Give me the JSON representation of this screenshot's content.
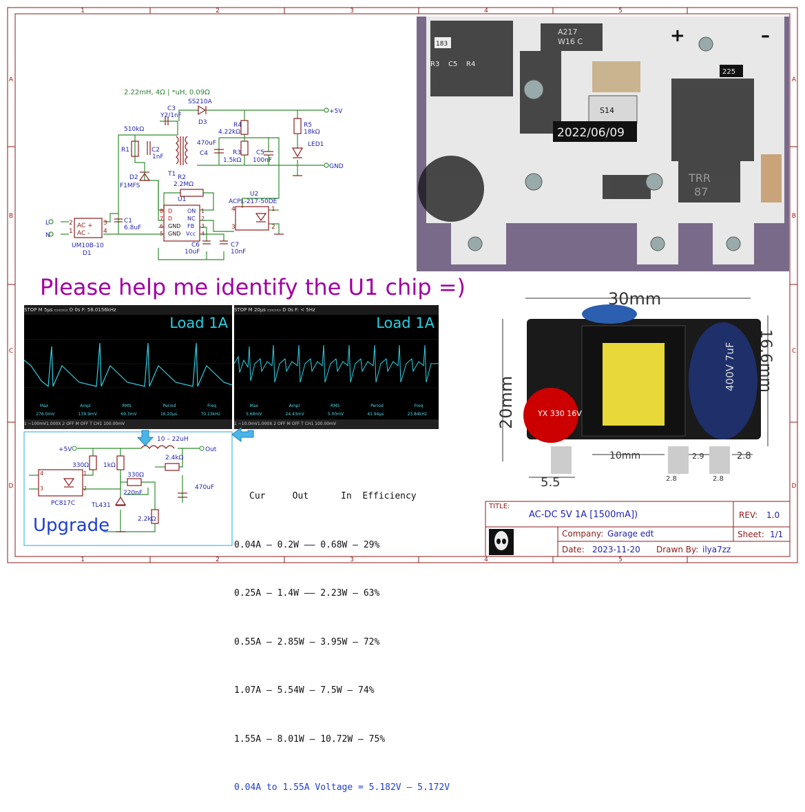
{
  "sheet": {
    "col_labels": [
      "1",
      "2",
      "3",
      "4",
      "5"
    ],
    "row_labels": [
      "A",
      "B",
      "C",
      "D"
    ]
  },
  "headline": "Please help me identify the U1 chip =)",
  "schematic": {
    "transformer_note": "2.22mH, 4Ω | *uH, 0.09Ω",
    "nets": {
      "vout": "+5V",
      "gnd": "GND",
      "l": "L",
      "n": "N"
    },
    "components": {
      "c3": "C3",
      "c3_val": "Y2/1nF",
      "d3_val": "SS210A",
      "d3": "D3",
      "r1_val": "510kΩ",
      "r1": "R1",
      "c2": "C2",
      "c2_val": "1nF",
      "t1": "T1",
      "d2": "D2",
      "d2_val": "F1MFS",
      "r4": "R4",
      "r4_val": "4.22kΩ",
      "r3": "R3",
      "r3_val": "1.5kΩ",
      "c4_val": "470uF",
      "c4": "C4",
      "c5": "C5",
      "c5_val": "100nF",
      "r5": "R5",
      "r5_val": "18kΩ",
      "led1": "LED1",
      "r2": "R2",
      "r2_val": "2.2MΩ",
      "u1": "U1",
      "u2": "U2",
      "u2_val": "ACPL-217-50DE",
      "d1_val": "UM10B-10",
      "d1": "D1",
      "d1_ac_plus": "AC +",
      "d1_ac_minus": "AC -",
      "c1": "C1",
      "c1_val": "6.8uF",
      "c6": "C6",
      "c6_val": "10uF",
      "c7": "C7",
      "c7_val": "10nF"
    },
    "u1_pins_left": [
      "D",
      "D",
      "GND",
      "GND"
    ],
    "u1_pins_right": [
      "ON",
      "NC",
      "FB",
      "Vcc"
    ],
    "u1_pin_numbers": [
      "8",
      "7",
      "6",
      "5",
      "1",
      "2",
      "3",
      "4"
    ],
    "pin_numbers": {
      "d1": [
        "2",
        "1",
        "3",
        "4"
      ],
      "u2": [
        "4",
        "3",
        "1",
        "2"
      ]
    }
  },
  "scope_left": {
    "top_bar": "STOP  M  5μs  ▭▭▭  D  0s  F: 58.0156kHz",
    "load": "Load 1A",
    "meas_labels": [
      "Max",
      "Ampl",
      "RMS",
      "Period",
      "Freq"
    ],
    "meas_values": [
      "276.0mV",
      "139.9mV",
      "69.3mV",
      "16.20μs",
      "70.13kHz"
    ],
    "bottom_bar": "1 ~100mV1.000X   2 OFF   M OFF   T CH1 100.00mV"
  },
  "scope_right": {
    "top_bar": "STOP  M  20μs  ▭▭▭  D  0s  F: < 5Hz",
    "load": "Load 1A",
    "meas_labels": [
      "Max",
      "Ampl",
      "RMS",
      "Period",
      "Freq"
    ],
    "meas_values": [
      "5.68mV",
      "24.43mV",
      "5.00mV",
      "41.94μs",
      "23.84kHz"
    ],
    "bottom_bar": "1 ~10.0mV1.000X   2 OFF   M OFF   T CH1 100.00mV"
  },
  "upgrade": {
    "label": "Upgrade",
    "vplus": "+5V",
    "out": "Out",
    "inductor": "10 – 22uH",
    "r_330a": "330Ω",
    "r_1k": "1kΩ",
    "r_330b": "330Ω",
    "c_220n": "220nF",
    "r_2k4": "2.4kΩ",
    "c_470u": "470uF",
    "r_2k2": "2.2kΩ",
    "opto": "PC817C",
    "ref": "TL431",
    "opto_pins": [
      "4",
      "3",
      "1",
      "2"
    ]
  },
  "efficiency": {
    "header": "Cur     Out      In  Efficiency",
    "rows": [
      "0.04A – 0.2W —— 0.68W – 29%",
      "0.25A – 1.4W —— 2.23W – 63%",
      "0.55A – 2.85W – 3.95W – 72%",
      "1.07A – 5.54W – 7.5W – 74%",
      "1.55A – 8.01W – 10.72W – 75%"
    ],
    "voltage": "0.04A to 1.55A Voltage = 5.182V – 5.172V"
  },
  "pcb_photo": {
    "silkscreen": [
      "R3",
      "C5",
      "R4",
      "183",
      "A217",
      "W16 C",
      "+",
      "–",
      "2022/06/09",
      "S14",
      "225",
      "TRR",
      "87"
    ]
  },
  "dims_photo": {
    "w": "30mm",
    "h": "20mm",
    "d": "16.6mm",
    "p1": "10mm",
    "p2": "5.5",
    "p3": "2.9",
    "p4": "2.8",
    "p5": "2.8",
    "p6": "2.8",
    "cap_lbl": "YX\n330\n16V",
    "cap_big": "400V\n7uF"
  },
  "title_block": {
    "title_key": "TITLE:",
    "title": "AC-DC 5V 1A [1500mA])",
    "rev_key": "REV:",
    "rev": "1.0",
    "company_key": "Company:",
    "company": "Garage edt",
    "sheet_key": "Sheet:",
    "sheet": "1/1",
    "date_key": "Date:",
    "date": "2023-11-20",
    "drawn_key": "Drawn By:",
    "drawn": "ilya7zz"
  },
  "colors": {
    "frame": "#8b1a1a",
    "wire": "#2e8b2e",
    "component": "#8b1a1a",
    "label_blue": "#1f1fb0",
    "note_green": "#2e7d32",
    "headline": "#a000a0",
    "upgrade_box": "#4ab6e8",
    "scope_trace": "#2fd3e6"
  }
}
